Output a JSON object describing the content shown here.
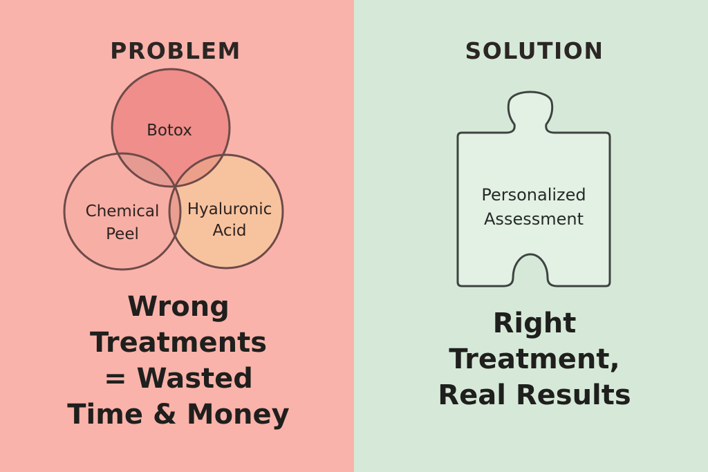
{
  "colors": {
    "problem_bg": "#f9b3aa",
    "solution_bg": "#d6e9d8",
    "botox_fill": "#ef8e8a",
    "chemical_peel_fill": "#f7aea4",
    "hyaluronic_fill": "#f7c39e",
    "puzzle_fill": "#e3f0e4",
    "outline": "#6e4a49",
    "puzzle_outline": "#3d4440"
  },
  "problem": {
    "heading": "PROBLEM",
    "venn": {
      "botox": "Botox",
      "chemical_peel_line1": "Chemical",
      "chemical_peel_line2": "Peel",
      "hyaluronic_line1": "Hyaluronic",
      "hyaluronic_line2": "Acid"
    },
    "caption_lines": [
      "Wrong",
      "Treatments",
      "= Wasted",
      "Time & Money"
    ]
  },
  "solution": {
    "heading": "SOLUTION",
    "puzzle_line1": "Personalized",
    "puzzle_line2": "Assessment",
    "caption_lines": [
      "Right",
      "Treatment,",
      "Real Results"
    ]
  }
}
